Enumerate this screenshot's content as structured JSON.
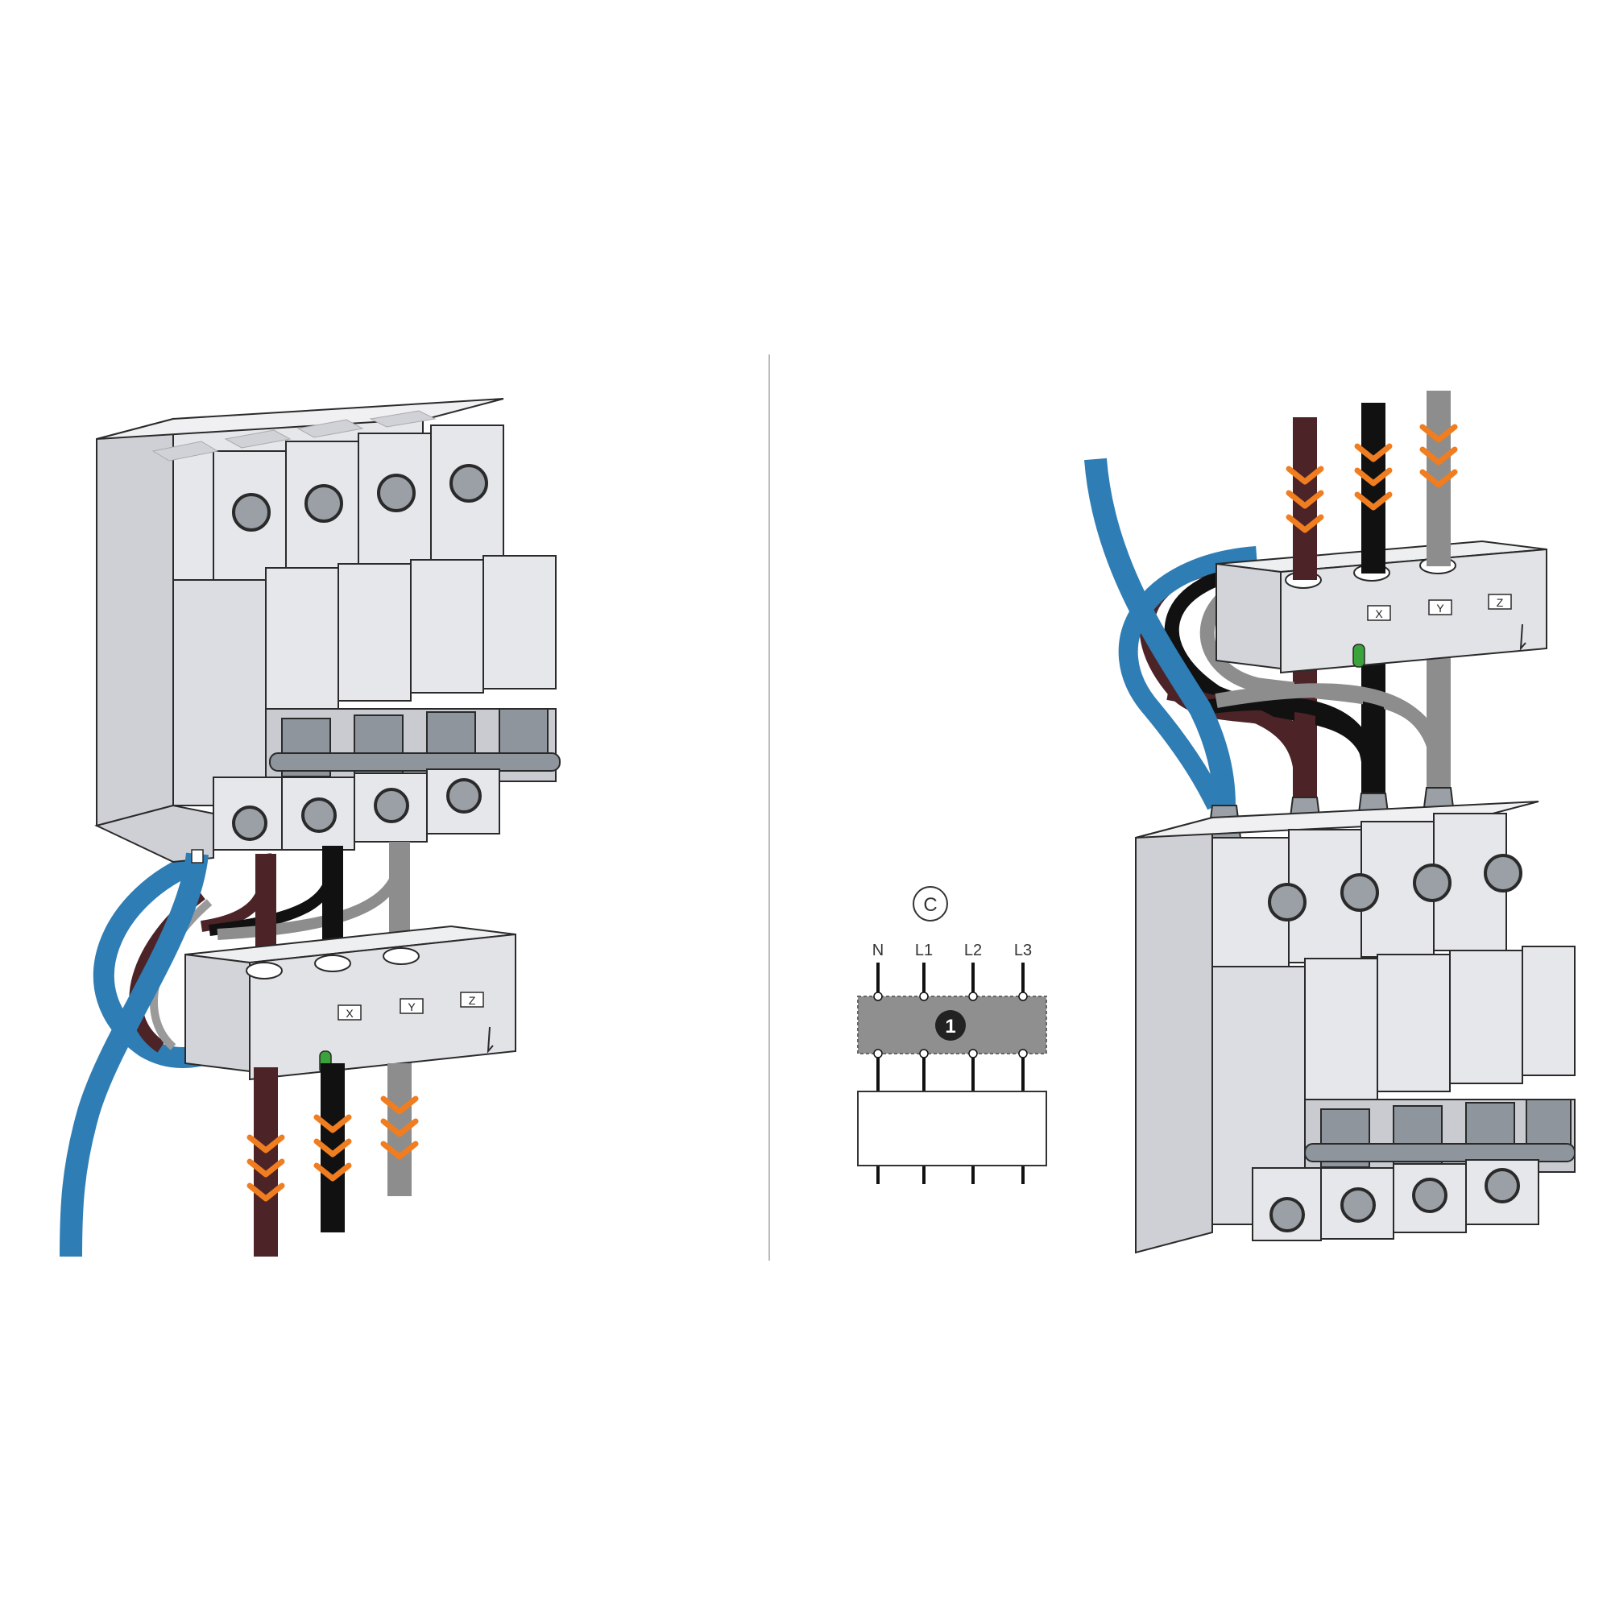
{
  "colors": {
    "background": "#ffffff",
    "divider": "#bbbbbb",
    "housing": "#dcdde2",
    "housing_face": "#e6e7eb",
    "housing_stroke": "#2a2a2a",
    "screw": "#9aa0a6",
    "toggle": "#8e959c",
    "wire_neutral": "#2f7db5",
    "wire_l1": "#4c2326",
    "wire_l2": "#111111",
    "wire_l3": "#8d8d8d",
    "arrow": "#f07d1f",
    "indicator": "#3aa33c",
    "label_badge": "#222222",
    "schematic_block": "#8f8f8f"
  },
  "left_panel": {
    "module_labels": [
      "X",
      "Y",
      "Z"
    ],
    "wires": [
      "neutral",
      "l1",
      "l2",
      "l3"
    ]
  },
  "right_panel": {
    "module_labels": [
      "X",
      "Y",
      "Z"
    ],
    "wires": [
      "neutral",
      "l1",
      "l2",
      "l3"
    ]
  },
  "schematic": {
    "badge": "C",
    "terminals": [
      "N",
      "L1",
      "L2",
      "L3"
    ],
    "block_label": "1"
  }
}
